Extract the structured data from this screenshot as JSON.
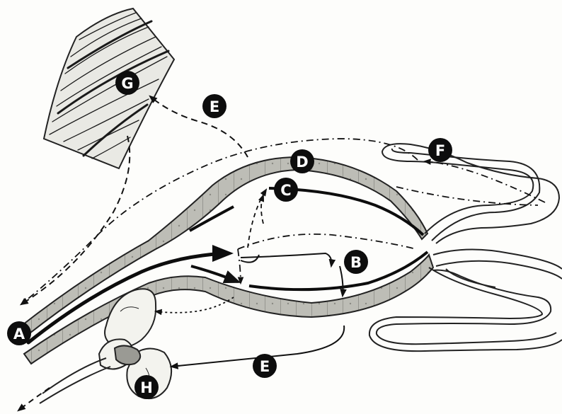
{
  "labels": {
    "A": "A",
    "B": "B",
    "C": "C",
    "D": "D",
    "E_top": "E",
    "E_bottom": "E",
    "F": "F",
    "G": "G",
    "H": "H"
  },
  "colors": {
    "ink": "#111111",
    "epithelium": "#b9b9b3",
    "epithelium_dark": "#8f8f88",
    "background": "#fdfdfb"
  }
}
